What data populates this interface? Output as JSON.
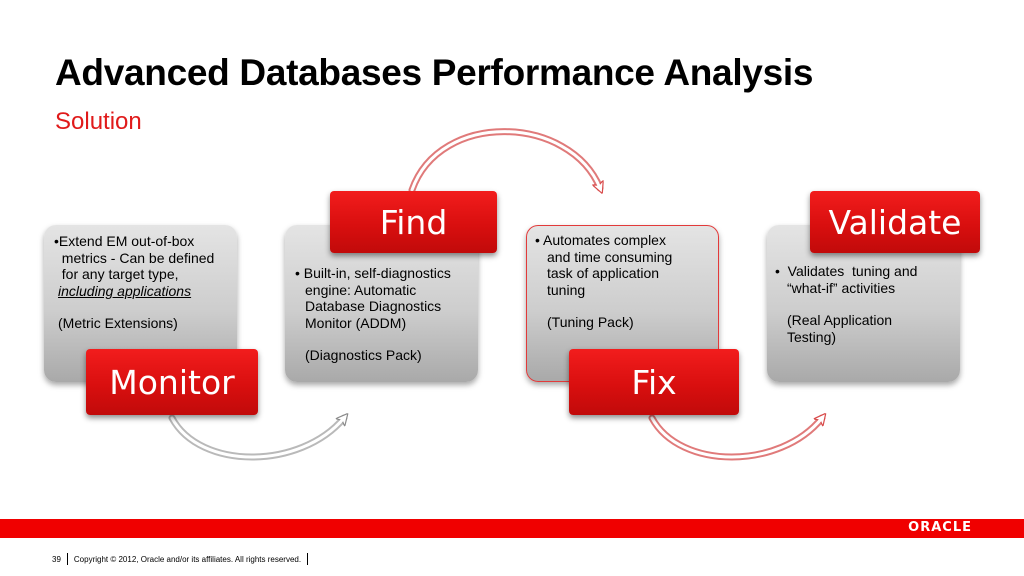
{
  "slide": {
    "title": "Advanced Databases Performance Analysis",
    "subtitle": "Solution"
  },
  "steps": [
    {
      "label": "Monitor",
      "lines": [
        "•Extend EM out-of-box",
        "  metrics - Can be defined",
        "  for any target type,"
      ],
      "italic_line": "including applications",
      "note": "(Metric Extensions)"
    },
    {
      "label": "Find",
      "lines": [
        "• Built-in, self-diagnostics",
        "engine: Automatic",
        "Database  Diagnostics",
        "Monitor (ADDM)"
      ],
      "note": "(Diagnostics Pack)"
    },
    {
      "label": "Fix",
      "lines": [
        "• Automates complex",
        "and time consuming",
        "task of application",
        "tuning"
      ],
      "note": "(Tuning Pack)"
    },
    {
      "label": "Validate",
      "lines": [
        "•  Validates  tuning and",
        "“what-if” activities"
      ],
      "note_lines": [
        "(Real Application",
        "Testing)"
      ]
    }
  ],
  "footer": {
    "page_number": "39",
    "copyright": "Copyright © 2012, Oracle and/or its affiliates. All rights reserved.",
    "logo": "ORACLE"
  },
  "colors": {
    "accent_red": "#e01a1a",
    "bar_red": "#f00000",
    "card_gray": "#cdcdcd"
  }
}
